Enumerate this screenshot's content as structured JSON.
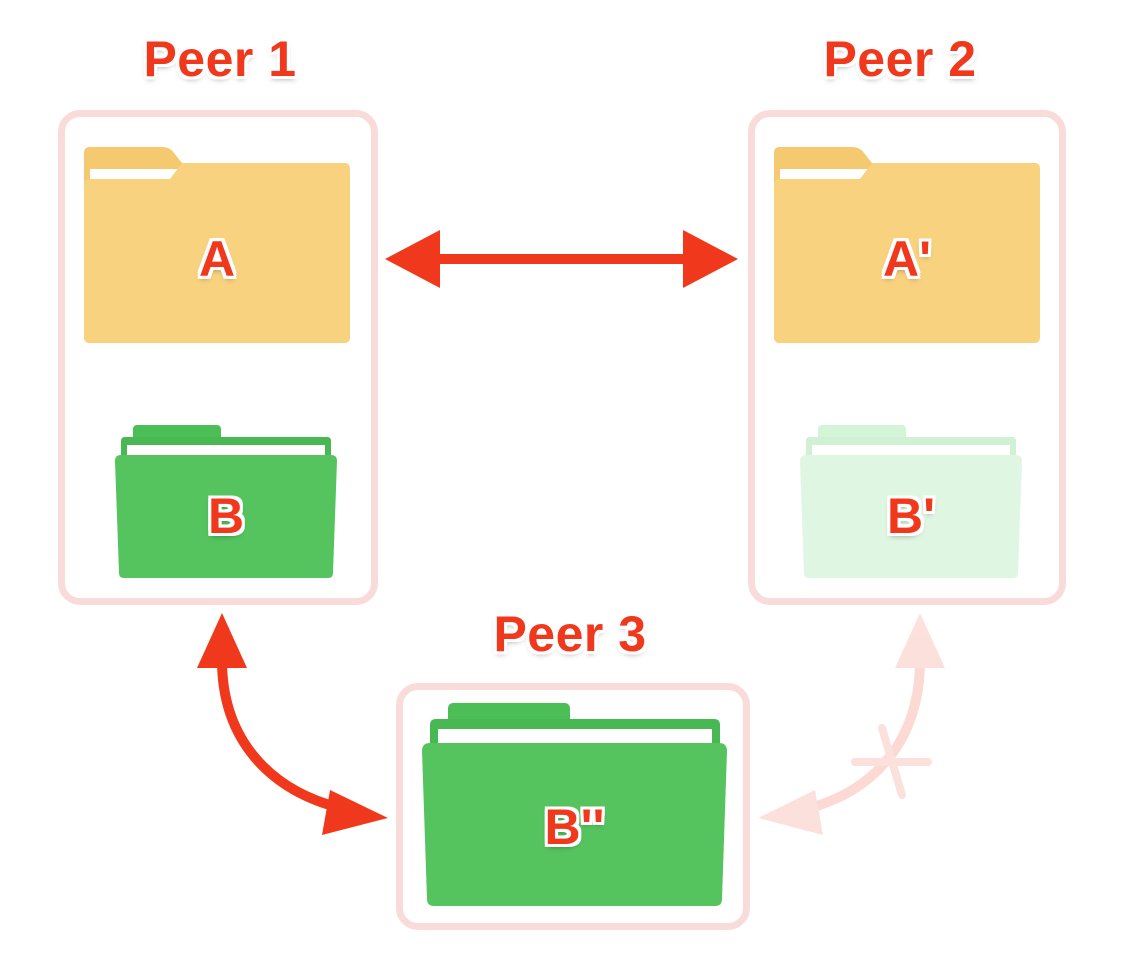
{
  "colors": {
    "accent_red": "#f0391c",
    "box_border": "#f9dcda",
    "folder_yellow": "#f8d27f",
    "folder_green": "#55c45f",
    "folder_green_faded": "#dff7e2"
  },
  "peers": [
    {
      "title": "Peer 1",
      "folders": [
        {
          "label": "A",
          "color": "yellow",
          "icon": "folder-icon"
        },
        {
          "label": "B",
          "color": "green",
          "icon": "folder-icon"
        }
      ]
    },
    {
      "title": "Peer 2",
      "folders": [
        {
          "label": "A'",
          "color": "yellow",
          "icon": "folder-icon"
        },
        {
          "label": "B'",
          "color": "green-faded",
          "icon": "folder-icon"
        }
      ]
    },
    {
      "title": "Peer 3",
      "folders": [
        {
          "label": "B''",
          "color": "green",
          "icon": "folder-icon"
        }
      ]
    }
  ],
  "connections": [
    {
      "from": "Peer 1 A",
      "to": "Peer 2 A'",
      "style": "bidirectional-solid"
    },
    {
      "from": "Peer 1 B",
      "to": "Peer 3 B''",
      "style": "bidirectional-solid"
    },
    {
      "from": "Peer 2 B'",
      "to": "Peer 3 B''",
      "style": "bidirectional-faded-blocked"
    }
  ]
}
